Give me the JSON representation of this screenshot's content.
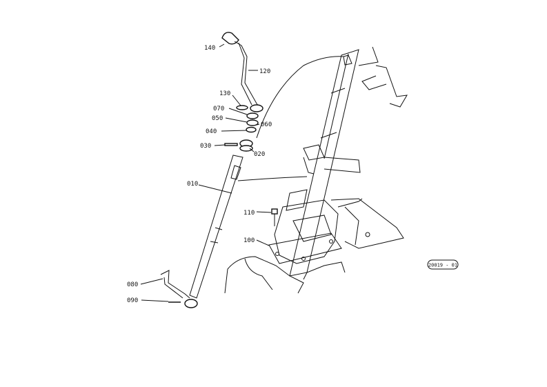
{
  "diagram": {
    "code": "20019 - 01",
    "parts": [
      {
        "id": "140",
        "label": "140"
      },
      {
        "id": "120",
        "label": "120"
      },
      {
        "id": "130",
        "label": "130"
      },
      {
        "id": "070",
        "label": "070"
      },
      {
        "id": "050",
        "label": "050"
      },
      {
        "id": "060",
        "label": "060"
      },
      {
        "id": "040",
        "label": "040"
      },
      {
        "id": "030",
        "label": "030"
      },
      {
        "id": "020",
        "label": "020"
      },
      {
        "id": "010",
        "label": "010"
      },
      {
        "id": "110",
        "label": "110"
      },
      {
        "id": "100",
        "label": "100"
      },
      {
        "id": "080",
        "label": "080"
      },
      {
        "id": "090",
        "label": "090"
      }
    ]
  }
}
